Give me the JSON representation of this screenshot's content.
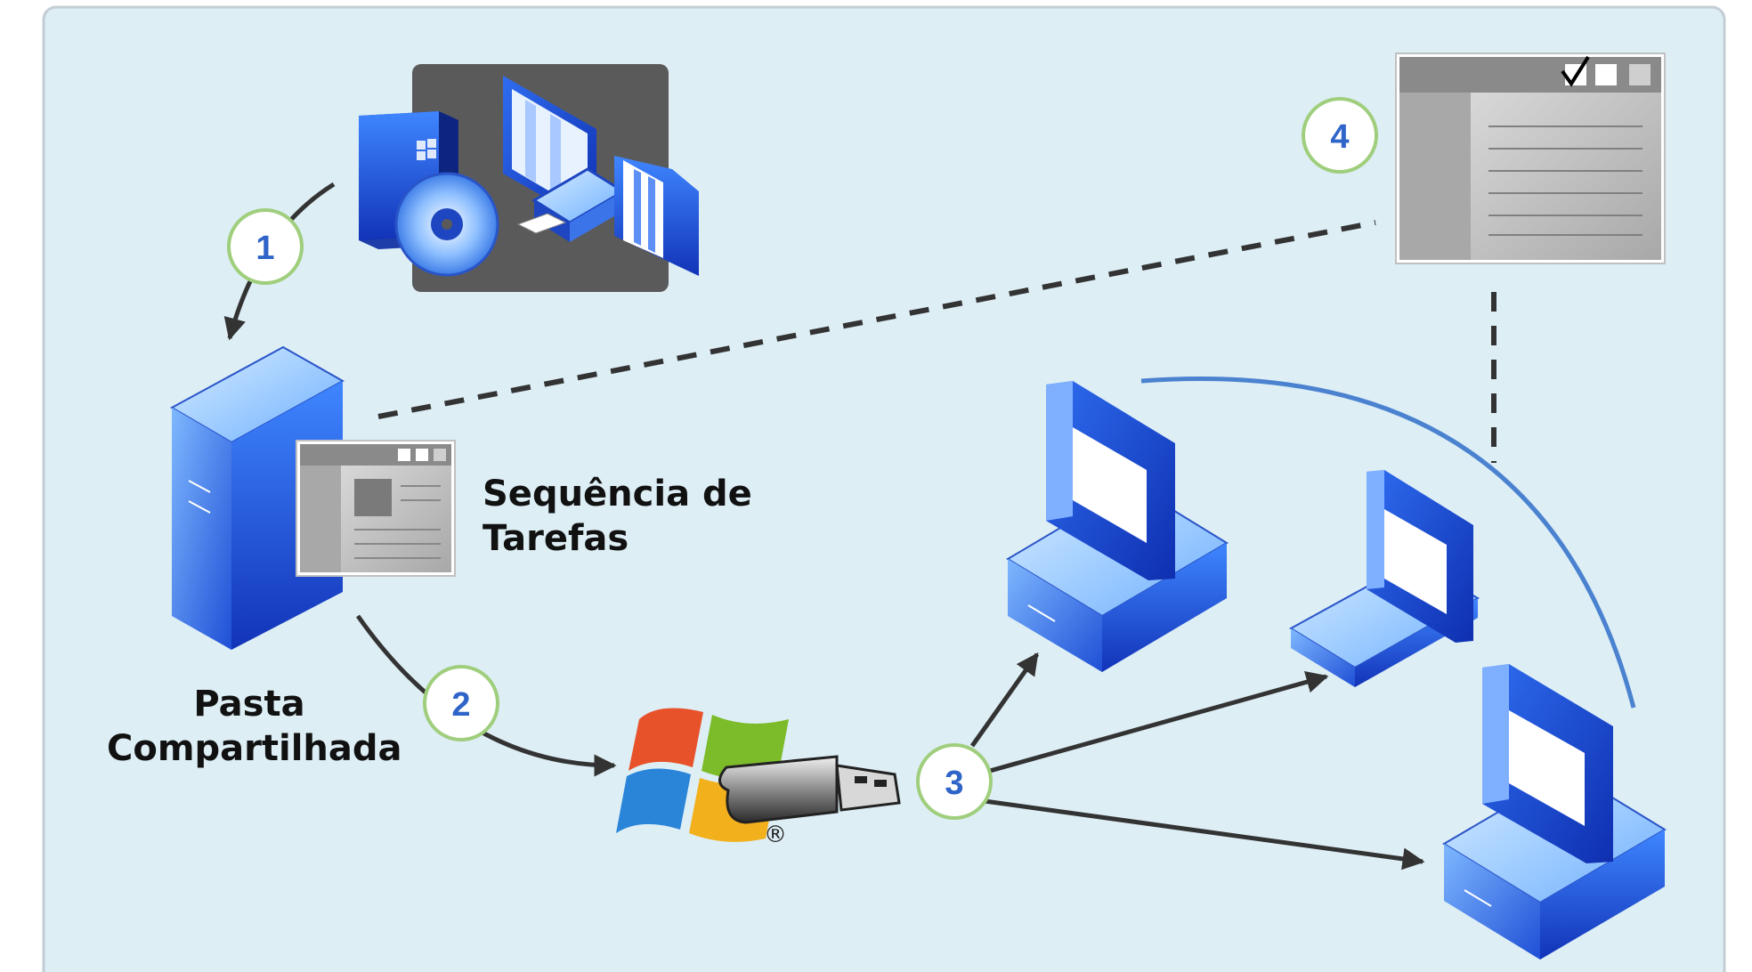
{
  "labels": {
    "task_sequence": [
      "Sequência de",
      "Tarefas"
    ],
    "shared_folder": [
      "Pasta",
      "Compartilhada"
    ]
  },
  "steps": [
    "1",
    "2",
    "3",
    "4"
  ],
  "registered_mark": "®",
  "icons": {
    "server": "server-tower-icon",
    "task_window": "task-sequence-window-icon",
    "install_media": "windows-install-media-icon",
    "usb_media": "windows-usb-drive-icon",
    "desktop": "desktop-computer-icon",
    "laptop": "laptop-computer-icon",
    "checklist_window": "checklist-window-icon"
  },
  "colors": {
    "background": "#ddeef5",
    "border": "#c3cdd3",
    "badge_ring": "#9fce7c",
    "badge_number": "#2f64c8",
    "arrow": "#333333",
    "arc": "#4a82d0",
    "device_blue": "#1e5ce0"
  }
}
